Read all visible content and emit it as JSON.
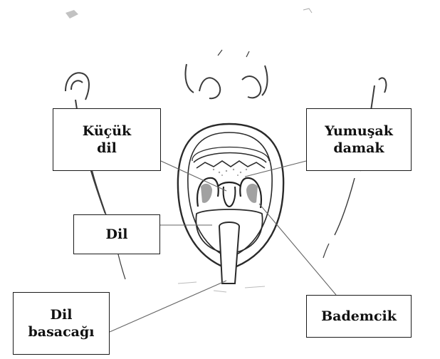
{
  "diagram": {
    "labels": {
      "kucuk_dil": "Küçük\ndil",
      "yumusak_damak": "Yumuşak\ndamak",
      "dil": "Dil",
      "dil_basacagi": "Dil\nbasacağı",
      "bademcik": "Bademcik"
    },
    "colors": {
      "ink": "#1a1a1a",
      "sketch": "#3a3a3a",
      "faint": "#8a8a8a"
    }
  }
}
